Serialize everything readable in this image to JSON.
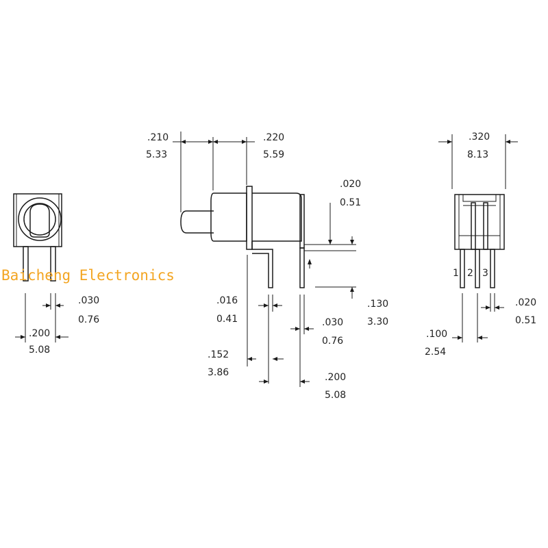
{
  "watermark": "Baicheng Electronics",
  "dimensions": {
    "left_pin_width_in": ".030",
    "left_pin_width_mm": "0.76",
    "left_pin_pitch_in": ".200",
    "left_pin_pitch_mm": "5.08",
    "toggle_length_in": ".210",
    "toggle_length_mm": "5.33",
    "bushing_length_in": ".220",
    "bushing_length_mm": "5.59",
    "standoff_in": ".020",
    "standoff_mm": "0.51",
    "pin_thick_in": ".016",
    "pin_thick_mm": "0.41",
    "pin_length_in": ".130",
    "pin_length_mm": "3.30",
    "side_pin_width_in": ".030",
    "side_pin_width_mm": "0.76",
    "offset_in": ".152",
    "offset_mm": "3.86",
    "side_pitch_in": ".200",
    "side_pitch_mm": "5.08",
    "body_width_in": ".320",
    "body_width_mm": "8.13",
    "right_pin_width_in": ".020",
    "right_pin_width_mm": "0.51",
    "right_pin_pitch_in": ".100",
    "right_pin_pitch_mm": "2.54"
  },
  "pin_labels": [
    "1",
    "2",
    "3"
  ]
}
